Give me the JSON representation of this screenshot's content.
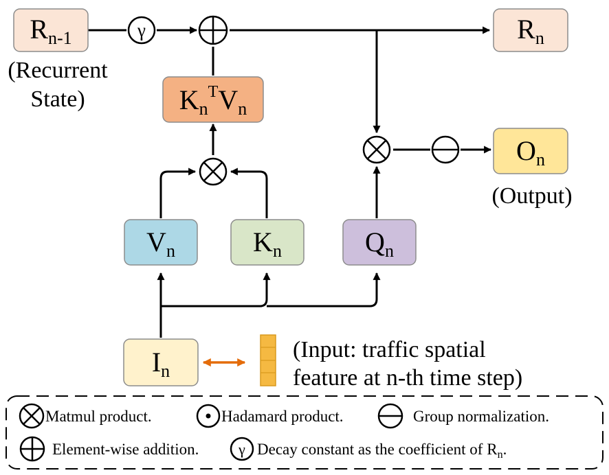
{
  "nodes": {
    "r_prev": {
      "main": "R",
      "sub": "n-1",
      "color": "#fbe5d6"
    },
    "r_next": {
      "main": "R",
      "sub": "n",
      "color": "#fbe5d6"
    },
    "kv": {
      "k": "K",
      "k_sub": "n",
      "k_sup": "T",
      "v": "V",
      "v_sub": "n",
      "color": "#f4b183"
    },
    "v": {
      "main": "V",
      "sub": "n",
      "color": "#add8e6"
    },
    "k": {
      "main": "K",
      "sub": "n",
      "color": "#d9e6c8"
    },
    "q": {
      "main": "Q",
      "sub": "n",
      "color": "#cdbfdc"
    },
    "o": {
      "main": "O",
      "sub": "n",
      "color": "#ffe699"
    },
    "i": {
      "main": "I",
      "sub": "n",
      "color": "#fff2cc"
    }
  },
  "captions": {
    "recurrent_line1": "(Recurrent",
    "recurrent_line2": "State)",
    "output": "(Output)",
    "input_line1": "(Input: traffic spatial",
    "input_line2": "feature at n-th time step)"
  },
  "operators": {
    "decay_symbol": "γ"
  },
  "legend": {
    "matmul": "Matmul product.",
    "hadamard": "Hadamard product.",
    "groupnorm": "Group normalization.",
    "addition": "Element-wise addition.",
    "decay_prefix": "Decay constant as the coefficient of R",
    "decay_sub": "n",
    "decay_suffix": "."
  },
  "colors": {
    "stroke": "#000000",
    "box_border": "#8c8c8c",
    "double_arrow": "#e46c0a",
    "feature_vector": "#f5b942"
  }
}
